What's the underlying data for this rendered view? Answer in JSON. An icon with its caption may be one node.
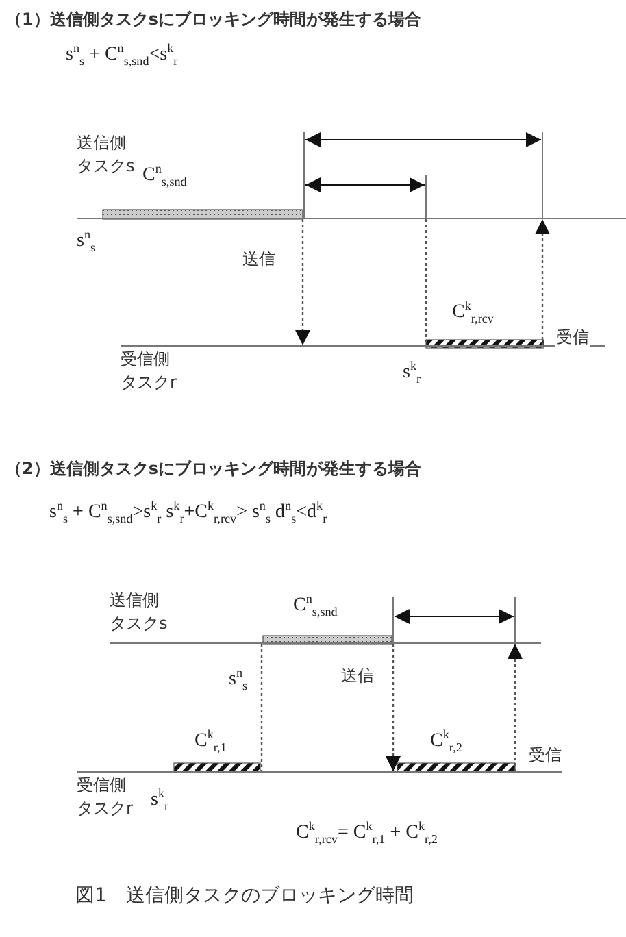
{
  "diagram": {
    "caption": "図1　送信側タスクのブロッキング時間",
    "nodes": [
      {
        "text": [
          "送信側タスクs"
        ]
      },
      {
        "text": [
          "受信側タスクr"
        ]
      },
      {
        "text": [
          "送信側タスクs"
        ]
      },
      {
        "text": [
          "受信側タスクr"
        ]
      }
    ],
    "edges": [
      {
        "from": 0,
        "to": 1,
        "arrow": "to",
        "label": "送信",
        "style": "dashed"
      },
      {
        "from": 1,
        "to": 0,
        "arrow": "to",
        "label": "受信",
        "style": "dashed"
      },
      {
        "from": 2,
        "to": 3,
        "arrow": "to",
        "label": "送信",
        "style": "dashed"
      },
      {
        "from": 3,
        "to": 2,
        "arrow": "to",
        "label": "受信",
        "style": "dashed"
      },
      {
        "from": 0,
        "to": 1,
        "arrow": "none",
        "style": "dashed"
      },
      {
        "from": 2,
        "to": 3,
        "arrow": "none",
        "style": "dashed"
      }
    ],
    "labels": [
      "（1）送信側タスクsにブロッキング時間が発生する場合",
      "s$^{n}$$_{s}$ + C$^{n}$$_{s,snd}$<s$^{k}$$_{r}$",
      "C$^{n}$$_{s,snd}$",
      "s$^{n}$$_{s}$",
      "C$^{k}$$_{r,rcv}$",
      "s$^{k}$$_{r}$",
      "（2）送信側タスクsにブロッキング時間が発生する場合",
      "s$^{n}$$_{s}$ + C$^{n}$$_{s,snd}$>s$^{k}$$_{r}$ s$^{k}$$_{r}$+C$^{k}$$_{r,rcv}$> s$^{n}$$_{s}$  d$^{n}$$_{s}$<d$^{k}$$_{r}$",
      "C$^{n}$$_{s,snd}$",
      "s$^{n}$$_{s}$",
      "C$^{k}$$_{r,1}$",
      "C$^{k}$$_{r,2}$",
      "s$^{k}$$_{r}$",
      "C$^{k}$$_{r,rcv}$= C$^{k}$$_{r,1}$ + C$^{k}$$_{r,2}$"
    ]
  }
}
